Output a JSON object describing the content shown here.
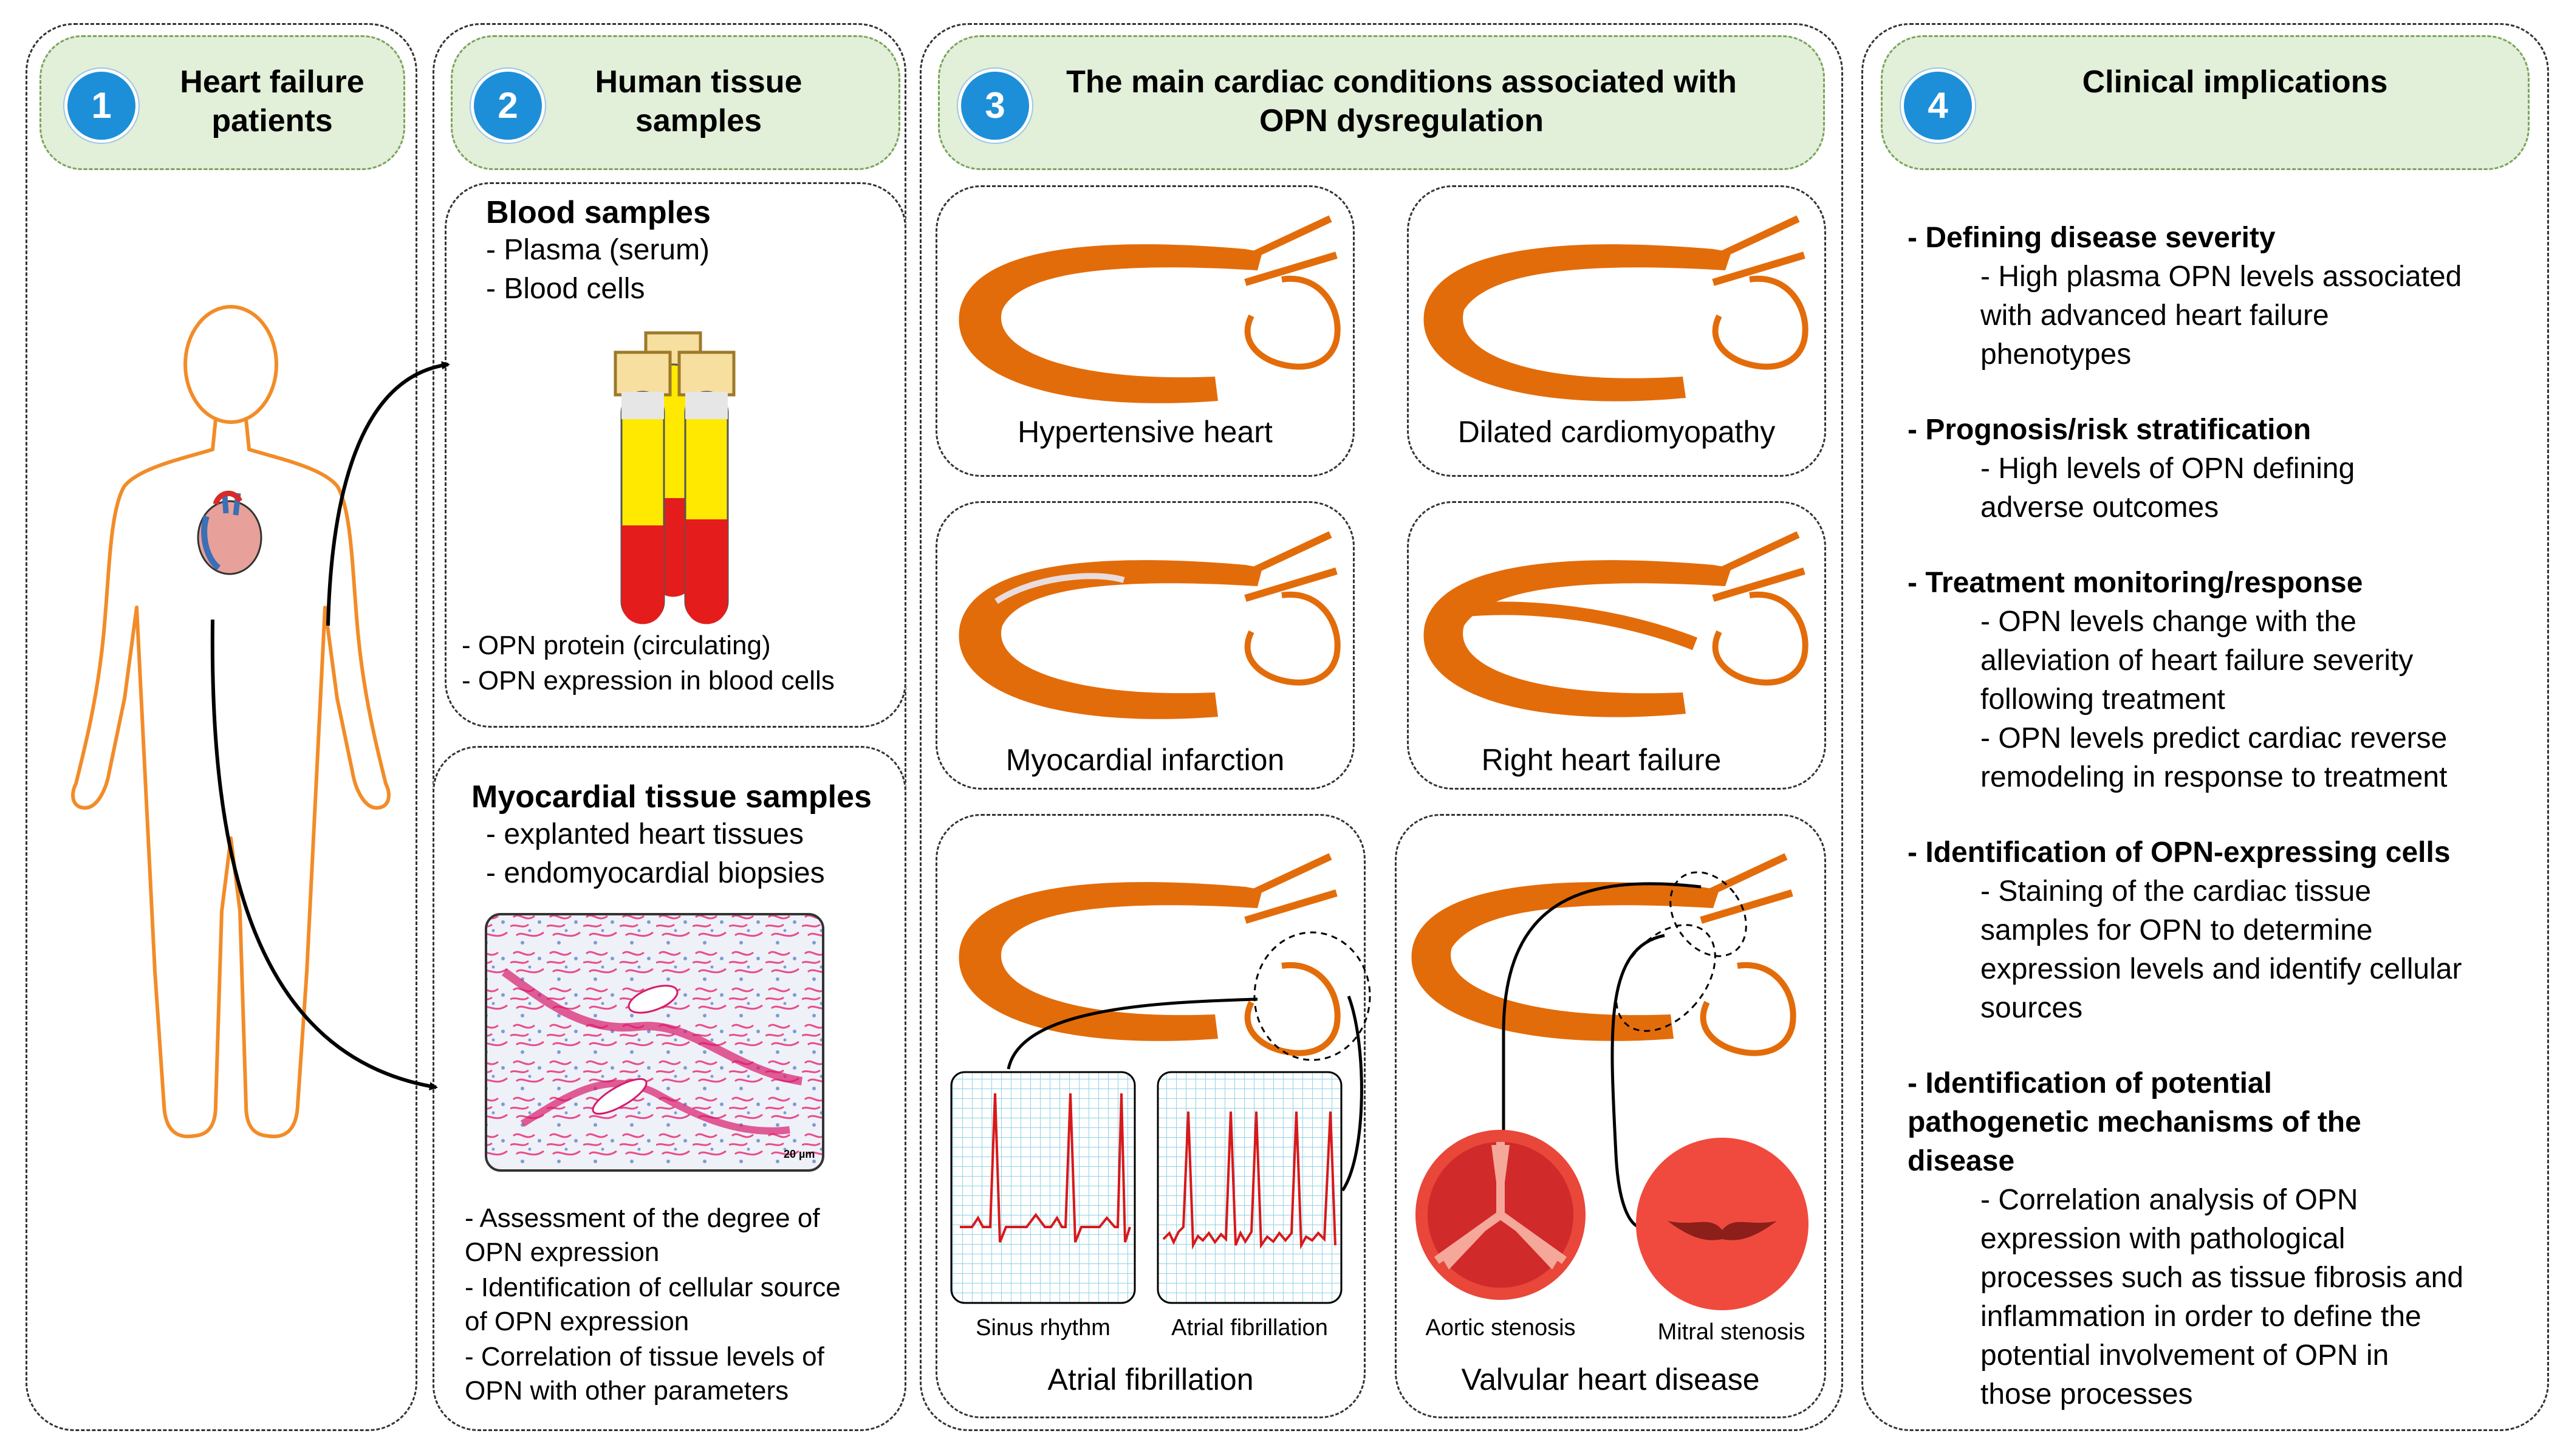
{
  "panels": [
    {
      "number": "1",
      "title_line1": "Heart failure",
      "title_line2": "patients"
    },
    {
      "number": "2",
      "title_line1": "Human tissue",
      "title_line2": "samples"
    },
    {
      "number": "3",
      "title_line1": "The main cardiac conditions associated with",
      "title_line2": "OPN dysregulation"
    },
    {
      "number": "4",
      "title_line1": "Clinical implications",
      "title_line2": ""
    }
  ],
  "blood": {
    "title": "Blood samples",
    "items": [
      "- Plasma (serum)",
      "- Blood cells"
    ],
    "outcomes": [
      "- OPN protein (circulating)",
      "- OPN expression in blood cells"
    ]
  },
  "tissue": {
    "title": "Myocardial tissue samples",
    "items": [
      "- explanted heart tissues",
      "- endomyocardial biopsies"
    ],
    "scale_label": "20 µm",
    "outcomes": [
      "- Assessment of the degree of",
      "OPN expression",
      "- Identification of cellular source",
      "of OPN expression",
      "- Correlation of tissue levels of",
      "OPN with other parameters"
    ]
  },
  "conditions": {
    "hypertensive": "Hypertensive heart",
    "dilated": "Dilated cardiomyopathy",
    "mi": "Myocardial infarction",
    "rhf": "Right heart failure",
    "af": "Atrial fibrillation",
    "sinus": "Sinus rhythm",
    "af_ecg": "Atrial fibrillation",
    "valvular": "Valvular heart disease",
    "aortic": "Aortic stenosis",
    "mitral": "Mitral stenosis"
  },
  "colors": {
    "heart": "#e36c0a",
    "header_fill": "#e2efd9",
    "badge": "#1d8fd8",
    "valve": "#e8473a",
    "ecg_grid": "#8fd3e6",
    "ecg_trace": "#d7191c"
  },
  "implications": {
    "s1_title": "- Defining disease severity",
    "s1_lines": [
      "- High plasma OPN levels associated",
      "with advanced heart failure",
      "phenotypes"
    ],
    "s2_title": "- Prognosis/risk stratification",
    "s2_lines": [
      "- High levels of OPN defining",
      "adverse outcomes"
    ],
    "s3_title": "- Treatment monitoring/response",
    "s3_lines": [
      "- OPN levels change with the",
      "alleviation of heart failure severity",
      "following treatment",
      "- OPN levels predict cardiac reverse",
      "remodeling in response to treatment"
    ],
    "s4_title": "- Identification of OPN-expressing cells",
    "s4_lines": [
      "- Staining of the cardiac tissue",
      "samples for OPN to determine",
      "expression levels and identify cellular",
      "sources"
    ],
    "s5_title_lines": [
      "- Identification of potential",
      "pathogenetic mechanisms of the",
      "disease"
    ],
    "s5_lines": [
      "- Correlation analysis of OPN",
      "expression with pathological",
      "processes such as tissue fibrosis and",
      "inflammation in order to define the",
      "potential involvement of OPN in",
      "those processes"
    ]
  }
}
